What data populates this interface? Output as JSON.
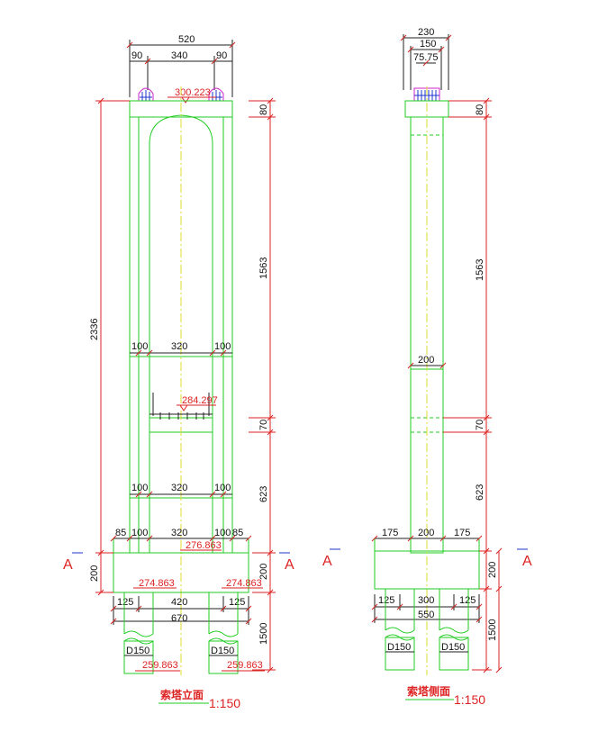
{
  "elevation": {
    "title": "索塔立面",
    "scale": "1:150",
    "dims": {
      "total_width": "520",
      "side_left": "90",
      "mid": "340",
      "side_right": "90",
      "top_elev": "300.223",
      "height_total": "2336",
      "h_top": "80",
      "h_upper": "1563",
      "h_beam": "70",
      "h_lower": "623",
      "h_cap": "200",
      "h_pile": "1500",
      "col_left_1": "100",
      "gap_1": "320",
      "col_right_1": "100",
      "beam_elev": "284.297",
      "col_left_2": "100",
      "gap_2": "320",
      "col_right_2": "100",
      "base_85_l": "85",
      "base_100_l": "100",
      "base_320": "320",
      "base_100_r": "100",
      "base_85_r": "85",
      "cap_top_elev": "276.863",
      "cap_bot_elev_l": "274.863",
      "cap_bot_elev_r": "274.863",
      "pile_125_l": "125",
      "pile_420": "420",
      "pile_125_r": "125",
      "cap_width": "670",
      "pile_d_l": "D150",
      "pile_d_r": "D150",
      "pile_bot_l": "259.863",
      "pile_bot_r": "259.863"
    }
  },
  "side": {
    "title": "索塔侧面",
    "scale": "1:150",
    "dims": {
      "top_w": "230",
      "top_mid": "150",
      "top_small": "75.75",
      "h_top": "80",
      "h_upper": "1563",
      "width_200": "200",
      "h_beam": "70",
      "h_lower": "623",
      "base_175_l": "175",
      "base_200": "200",
      "base_175_r": "175",
      "h_cap": "200",
      "pile_125_l": "125",
      "pile_300": "300",
      "pile_125_r": "125",
      "cap_width": "550",
      "h_pile": "1500",
      "pile_d_l": "D150",
      "pile_d_r": "D150"
    }
  },
  "section_marks": {
    "left_a1": "A",
    "left_a2": "A",
    "right_a1": "A",
    "right_a2": "A"
  },
  "colors": {
    "structure": "#22cc22",
    "dimension": "#dd2222",
    "centerline": "#dddd33",
    "cable": "#cc22cc",
    "cable_saddle": "#2233cc"
  }
}
